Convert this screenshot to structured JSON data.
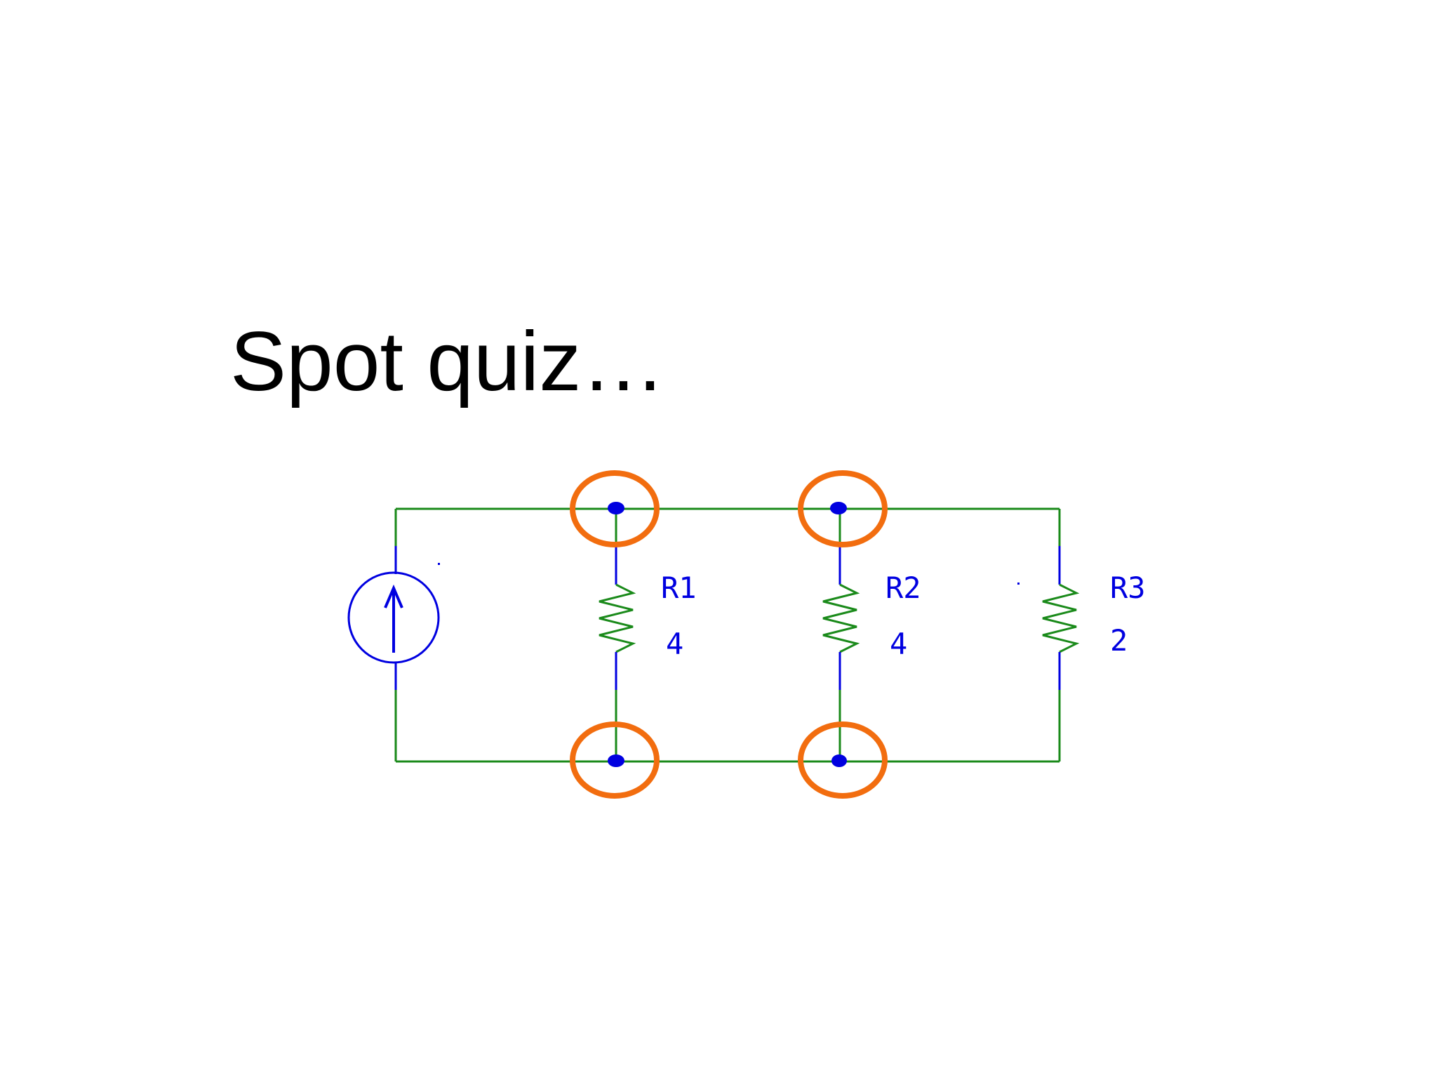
{
  "slide": {
    "title": "Spot quiz…"
  },
  "circuit": {
    "components": [
      {
        "id": "source",
        "type": "current-source",
        "icon": "current-source-icon"
      },
      {
        "id": "R1",
        "type": "resistor",
        "name": "R1",
        "value": "4"
      },
      {
        "id": "R2",
        "type": "resistor",
        "name": "R2",
        "value": "4"
      },
      {
        "id": "R3",
        "type": "resistor",
        "name": "R3",
        "value": "2"
      }
    ],
    "highlighted_nodes": 4
  },
  "colors": {
    "wire": "#1a8a1a",
    "component": "#0000e0",
    "highlight": "#f26d0f",
    "background": "#ffffff",
    "text": "#000000"
  }
}
